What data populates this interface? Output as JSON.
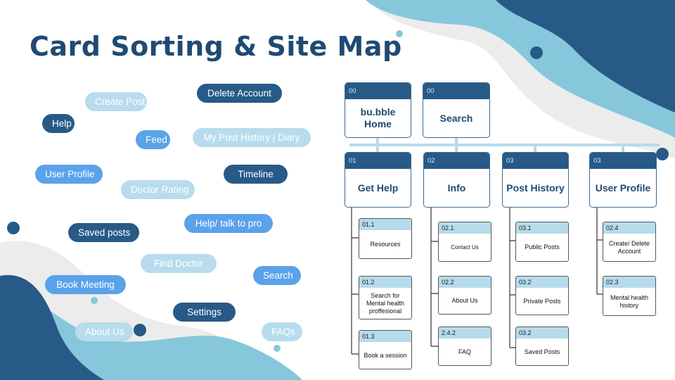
{
  "title": "Card Sorting & Site Map",
  "colors": {
    "dark": "#275a87",
    "mid": "#5aa2ea",
    "light": "#b8dced",
    "title": "#1f4a73",
    "sub_header": "#b6dbeb"
  },
  "cards": [
    {
      "label": "Create Post",
      "style": "light"
    },
    {
      "label": "Delete Account",
      "style": "dark"
    },
    {
      "label": "Help",
      "style": "dark"
    },
    {
      "label": "Feed",
      "style": "mid"
    },
    {
      "label": "My Post History | Diary",
      "style": "light"
    },
    {
      "label": "User Profile",
      "style": "mid"
    },
    {
      "label": "Doctor Rating",
      "style": "light"
    },
    {
      "label": "Timeline",
      "style": "dark"
    },
    {
      "label": "Help/ talk to pro",
      "style": "mid"
    },
    {
      "label": "Saved posts",
      "style": "dark"
    },
    {
      "label": "Find Doctor",
      "style": "light"
    },
    {
      "label": "Search",
      "style": "mid"
    },
    {
      "label": "Book Meeting",
      "style": "mid"
    },
    {
      "label": "Settings",
      "style": "dark"
    },
    {
      "label": "About Us",
      "style": "light"
    },
    {
      "label": "FAQs",
      "style": "light"
    }
  ],
  "sitemap": {
    "top": [
      {
        "num": "00",
        "label": "bu.bble Home"
      },
      {
        "num": "00",
        "label": "Search"
      }
    ],
    "sections": [
      {
        "num": "01",
        "label": "Get Help",
        "children": [
          {
            "num": "01.1",
            "label": "Resources"
          },
          {
            "num": "01.2",
            "label": "Search for Mental health proffesional"
          },
          {
            "num": "01.3",
            "label": "Book a  session"
          }
        ]
      },
      {
        "num": "02",
        "label": "Info",
        "children": [
          {
            "num": "02.1",
            "label": "Contact Us"
          },
          {
            "num": "02.2",
            "label": "About Us"
          },
          {
            "num": "2.4.2",
            "label": "FAQ"
          }
        ]
      },
      {
        "num": "03",
        "label": "Post History",
        "children": [
          {
            "num": "03.1",
            "label": "Public Posts"
          },
          {
            "num": "03.2",
            "label": "Private Posts"
          },
          {
            "num": "03.2",
            "label": "Saved Posts"
          }
        ]
      },
      {
        "num": "03",
        "label": "User Profile",
        "children": [
          {
            "num": "02.4",
            "label": "Create/ Delete Account"
          },
          {
            "num": "02.3",
            "label": "Mental health history"
          }
        ]
      }
    ]
  }
}
